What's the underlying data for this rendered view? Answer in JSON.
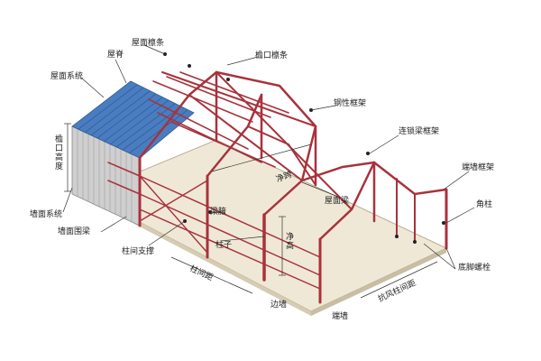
{
  "labels": {
    "roof_purlin": "屋面檩条",
    "eave": "屋脊",
    "eave_purlin": "檐口檩条",
    "roof_system": "屋面系统",
    "rigid_frame": "钢性框架",
    "tie_beam_frame": "连锁梁框架",
    "eave_height": "檐口高度",
    "end_wall_frame": "端墙框架",
    "net_span": "净跨",
    "roof_beam": "屋面梁",
    "corner_column": "角柱",
    "wall_system": "墙面系统",
    "beam_haunch": "梁腋",
    "wall_girt": "墙面围梁",
    "column": "柱子",
    "net_height": "净高",
    "bay_bracing": "柱间支撑",
    "base_bolt": "底脚螺栓",
    "bay_spacing": "柱间距",
    "wind_column_spacing": "抗风柱间距",
    "side_wall": "边墙",
    "end_wall": "端墙"
  },
  "colors": {
    "frame": "#a8323c",
    "roof_panel": "#4a7dc0",
    "wall_panel": "#c8c8c8",
    "floor": "#efe8d6",
    "leader": "#333333"
  }
}
